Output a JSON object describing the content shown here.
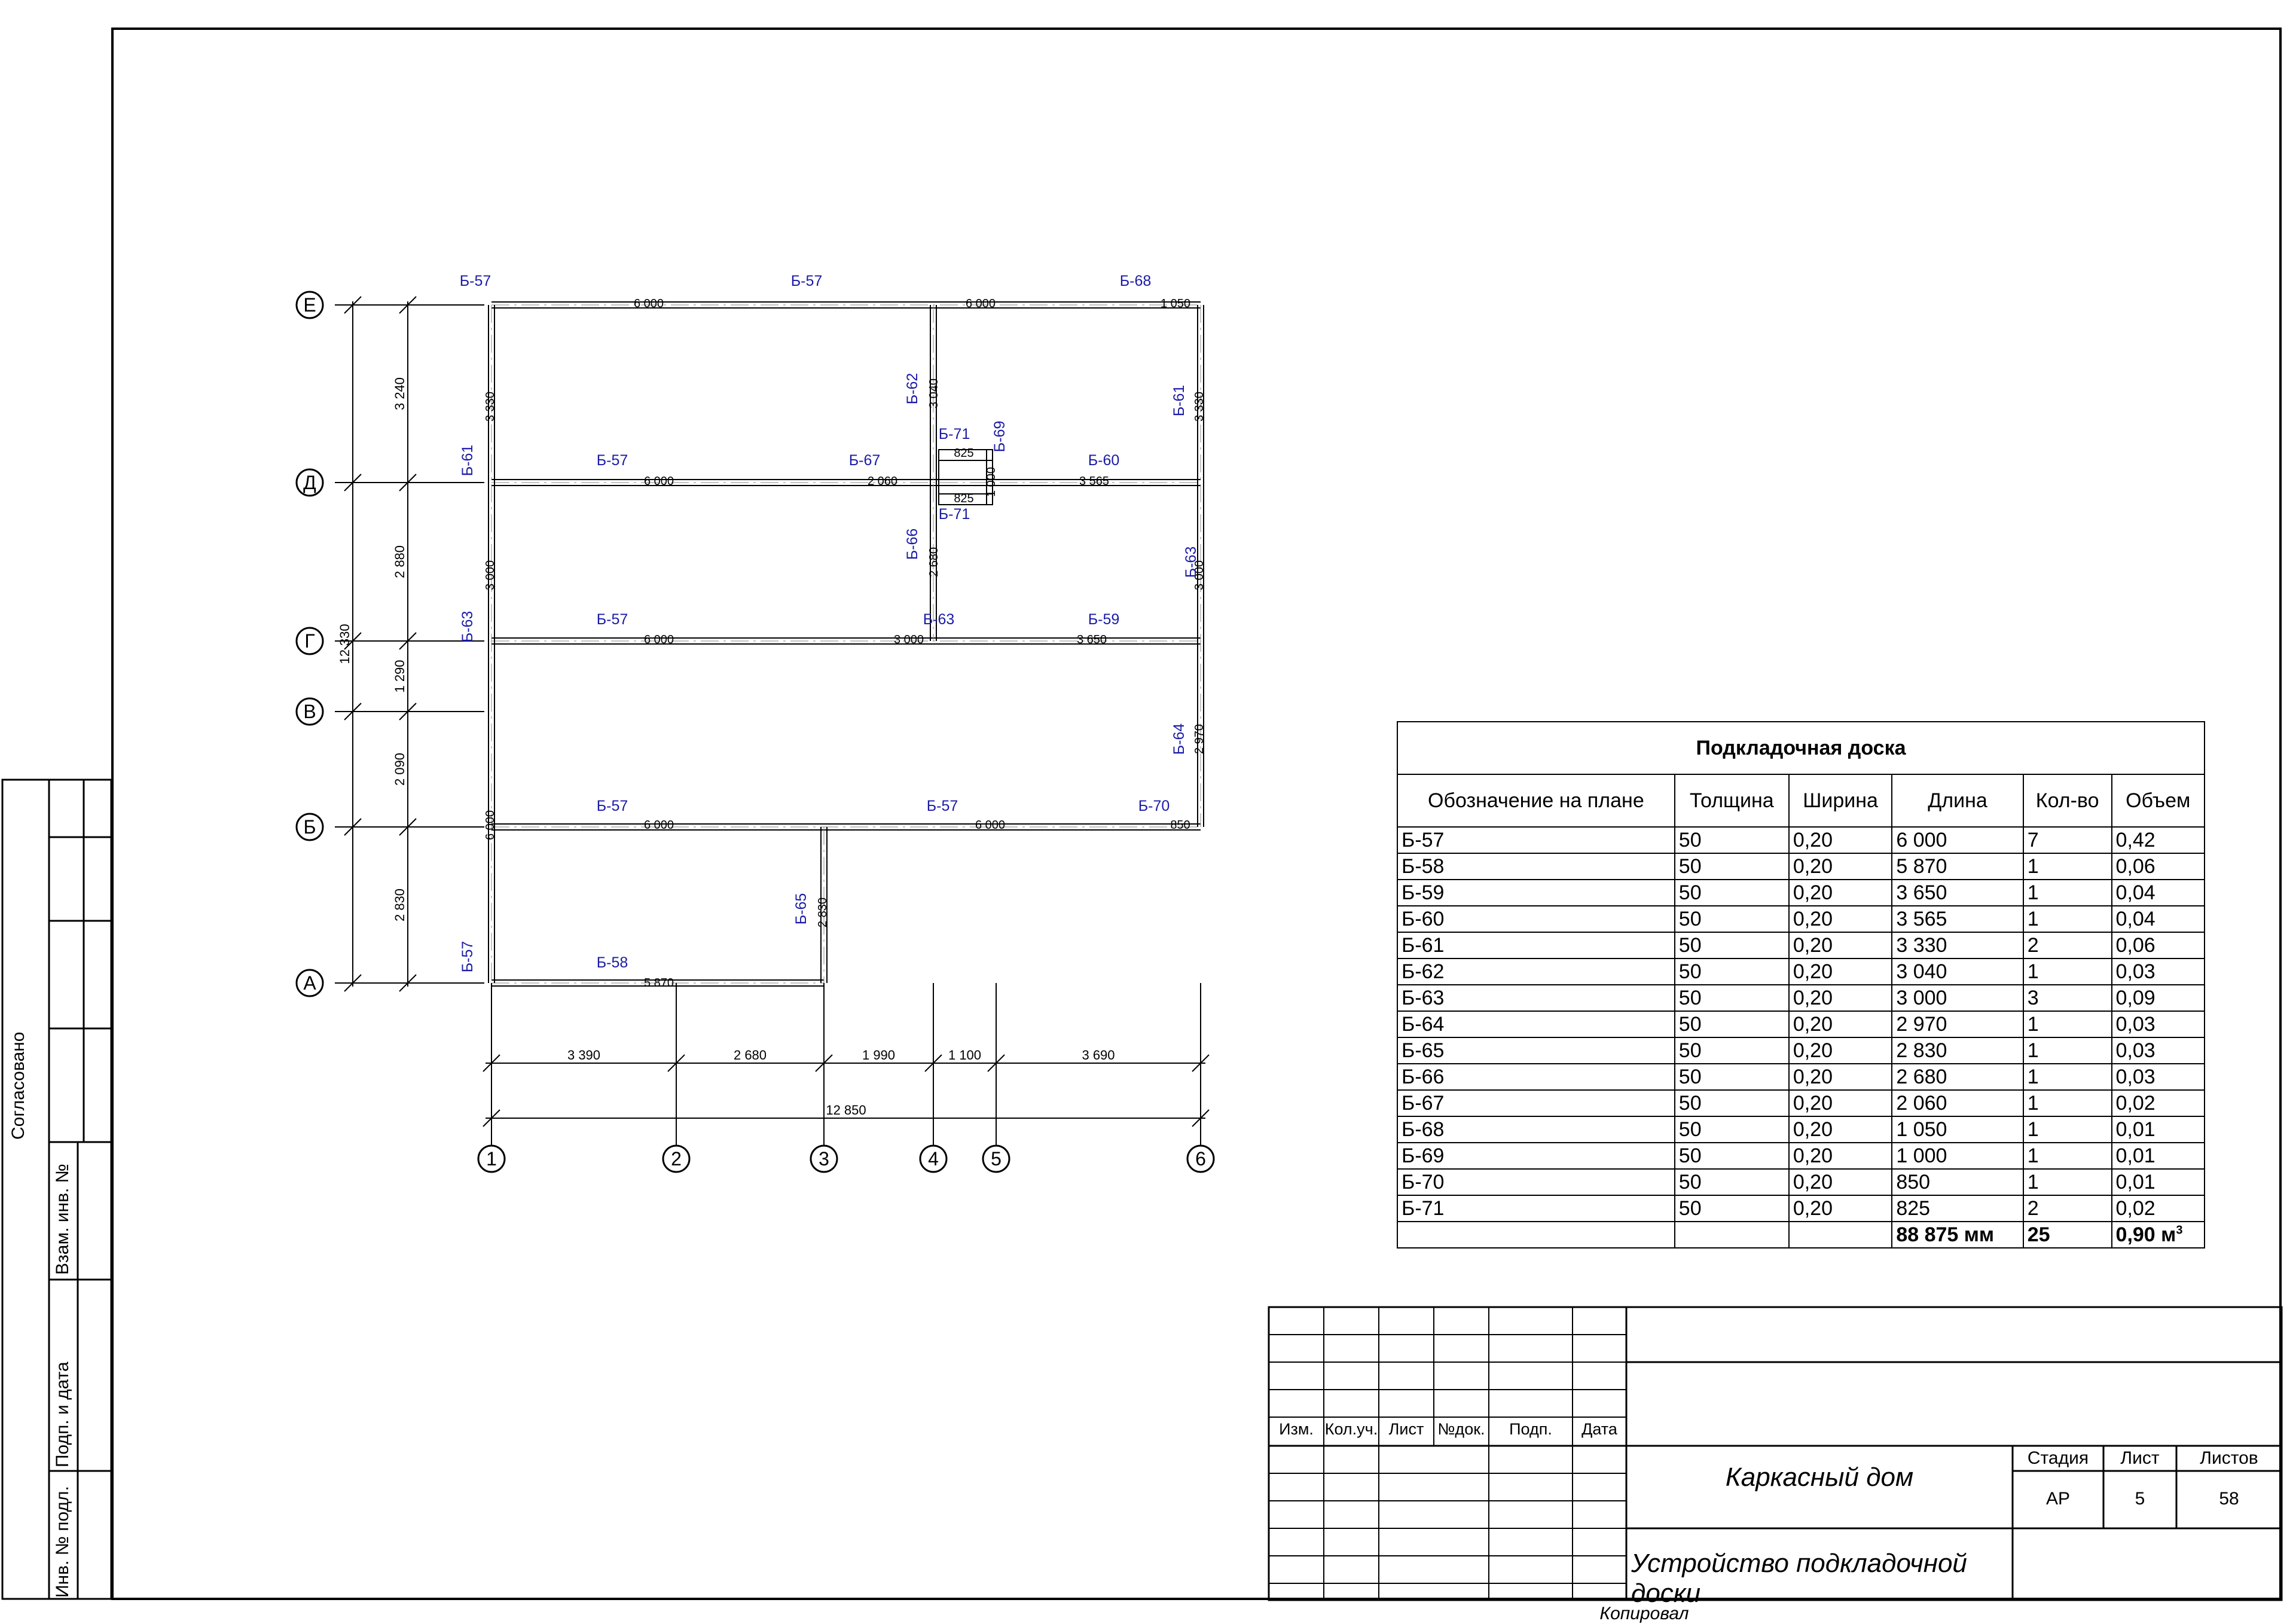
{
  "plan": {
    "axes_rows": [
      "Е",
      "Д",
      "Г",
      "В",
      "Б",
      "А"
    ],
    "axes_cols": [
      "1",
      "2",
      "3",
      "4",
      "5",
      "6"
    ],
    "row_dims": [
      "3 240",
      "2 880",
      "1 290",
      "2 090",
      "2 830"
    ],
    "row_total": "12 330",
    "col_dims": [
      "3 390",
      "2 680",
      "1 990",
      "1 100",
      "3 690"
    ],
    "col_total": "12 850",
    "horizontal_dims": [
      "6 000",
      "6 000",
      "1 050",
      "6 000",
      "2 060",
      "3 565",
      "825",
      "825",
      "6 000",
      "3 000",
      "3 650",
      "6 000",
      "6 000",
      "850",
      "5 870"
    ],
    "vertical_dims": [
      "3 330",
      "3 040",
      "3 330",
      "1 000",
      "3 000",
      "2 680",
      "3 000",
      "2 970",
      "6 000",
      "2 830"
    ],
    "board_tags": [
      "Б-57",
      "Б-57",
      "Б-68",
      "Б-62",
      "Б-61",
      "Б-71",
      "Б-69",
      "Б-61",
      "Б-57",
      "Б-67",
      "Б-60",
      "Б-71",
      "Б-66",
      "Б-63",
      "Б-63",
      "Б-57",
      "Б-63",
      "Б-59",
      "Б-64",
      "Б-57",
      "Б-57",
      "Б-70",
      "Б-65",
      "Б-57",
      "Б-58"
    ]
  },
  "table": {
    "title": "Подкладочная доска",
    "headers": [
      "Обозначение на плане",
      "Толщина",
      "Ширина",
      "Длина",
      "Кол-во",
      "Объем"
    ],
    "rows": [
      [
        "Б-57",
        "50",
        "0,20",
        "6 000",
        "7",
        "0,42"
      ],
      [
        "Б-58",
        "50",
        "0,20",
        "5 870",
        "1",
        "0,06"
      ],
      [
        "Б-59",
        "50",
        "0,20",
        "3 650",
        "1",
        "0,04"
      ],
      [
        "Б-60",
        "50",
        "0,20",
        "3 565",
        "1",
        "0,04"
      ],
      [
        "Б-61",
        "50",
        "0,20",
        "3 330",
        "2",
        "0,06"
      ],
      [
        "Б-62",
        "50",
        "0,20",
        "3 040",
        "1",
        "0,03"
      ],
      [
        "Б-63",
        "50",
        "0,20",
        "3 000",
        "3",
        "0,09"
      ],
      [
        "Б-64",
        "50",
        "0,20",
        "2 970",
        "1",
        "0,03"
      ],
      [
        "Б-65",
        "50",
        "0,20",
        "2 830",
        "1",
        "0,03"
      ],
      [
        "Б-66",
        "50",
        "0,20",
        "2 680",
        "1",
        "0,03"
      ],
      [
        "Б-67",
        "50",
        "0,20",
        "2 060",
        "1",
        "0,02"
      ],
      [
        "Б-68",
        "50",
        "0,20",
        "1 050",
        "1",
        "0,01"
      ],
      [
        "Б-69",
        "50",
        "0,20",
        "1 000",
        "1",
        "0,01"
      ],
      [
        "Б-70",
        "50",
        "0,20",
        "850",
        "1",
        "0,01"
      ],
      [
        "Б-71",
        "50",
        "0,20",
        "825",
        "2",
        "0,02"
      ]
    ],
    "total_length": "88 875 мм",
    "total_qty": "25",
    "total_volume": "0,90 м",
    "total_volume_sup": "3"
  },
  "stamp": {
    "col_labels": [
      "Изм.",
      "Кол.уч.",
      "Лист",
      "№док.",
      "Подп.",
      "Дата"
    ],
    "project": "Каркасный дом",
    "sheet_title": "Устройство подкладочной доски",
    "stage_label": "Стадия",
    "sheet_label": "Лист",
    "sheets_label": "Листов",
    "stage": "АР",
    "sheet": "5",
    "sheets": "58"
  },
  "side": {
    "agreed": "Согласовано",
    "swap_inv": "Взам. инв. №",
    "sign_date": "Подп. и дата",
    "inv_orig": "Инв. № подл."
  },
  "footer": {
    "copied": "Копировал"
  },
  "colors": {
    "tag": "#1a1aa8",
    "line": "#000000",
    "grid": "#808080"
  }
}
